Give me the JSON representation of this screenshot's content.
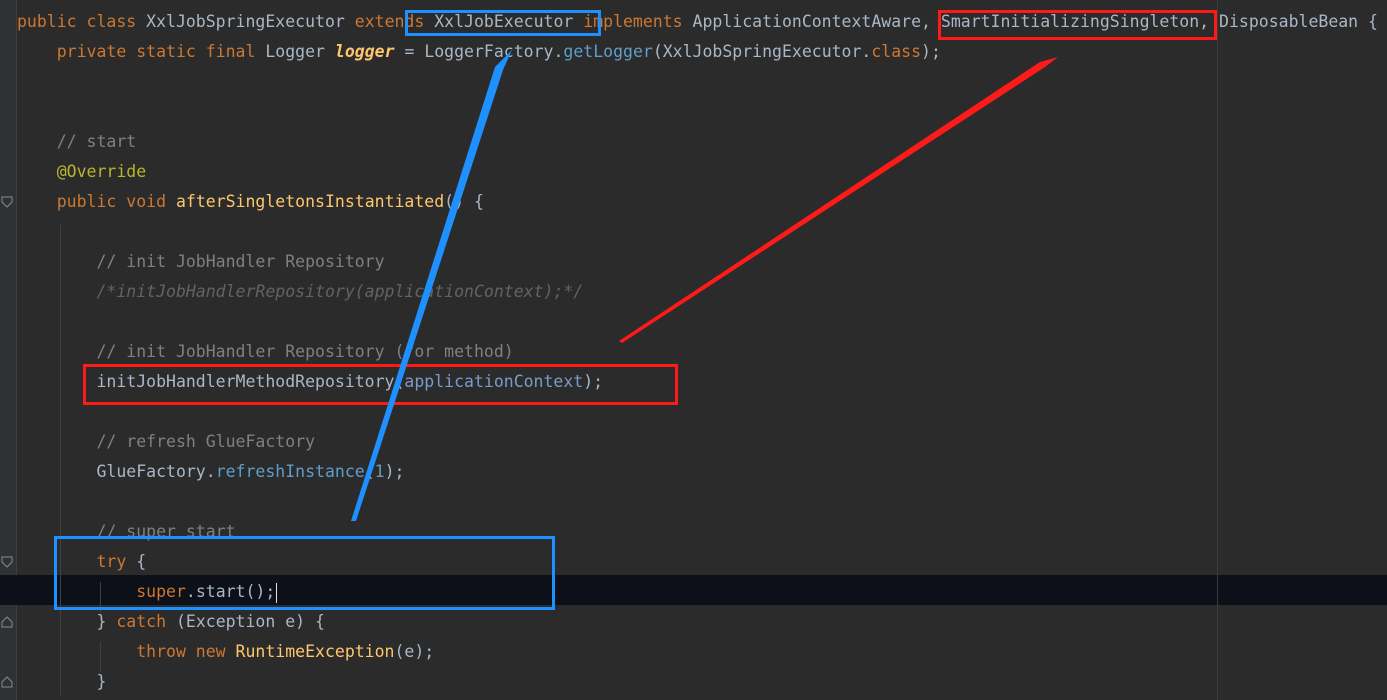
{
  "editor": {
    "lines": [
      [
        {
          "t": "public class ",
          "c": "kw"
        },
        {
          "t": "XxlJobSpringExecutor ",
          "c": "txt"
        },
        {
          "t": "extends ",
          "c": "kw"
        },
        {
          "t": "XxlJobExecutor ",
          "c": "txt"
        },
        {
          "t": "implements ",
          "c": "kw"
        },
        {
          "t": "ApplicationContextAware, SmartInitializingSingleton, DisposableBean {",
          "c": "txt"
        }
      ],
      [
        {
          "t": "    private static final ",
          "c": "kw"
        },
        {
          "t": "Logger ",
          "c": "txt"
        },
        {
          "t": "logger",
          "c": "fld"
        },
        {
          "t": " = LoggerFactory.",
          "c": "txt"
        },
        {
          "t": "getLogger",
          "c": "call"
        },
        {
          "t": "(XxlJobSpringExecutor.",
          "c": "txt"
        },
        {
          "t": "class",
          "c": "kw"
        },
        {
          "t": ");",
          "c": "txt"
        }
      ],
      [],
      [],
      [
        {
          "t": "    // start",
          "c": "cm"
        }
      ],
      [
        {
          "t": "    @Override",
          "c": "an"
        }
      ],
      [
        {
          "t": "    public void ",
          "c": "kw"
        },
        {
          "t": "afterSingletonsInstantiated",
          "c": "mth"
        },
        {
          "t": "() {",
          "c": "txt"
        }
      ],
      [],
      [
        {
          "t": "        // init JobHandler Repository",
          "c": "cm"
        }
      ],
      [
        {
          "t": "        /*initJobHandlerRepository(applicationContext);*/",
          "c": "cm-i"
        }
      ],
      [],
      [
        {
          "t": "        // init JobHandler Repository (for method)",
          "c": "cm"
        }
      ],
      [
        {
          "t": "        initJobHandlerMethodRepository(",
          "c": "txt"
        },
        {
          "t": "applicationContext",
          "c": "ident"
        },
        {
          "t": ");",
          "c": "txt"
        }
      ],
      [],
      [
        {
          "t": "        // refresh GlueFactory",
          "c": "cm"
        }
      ],
      [
        {
          "t": "        GlueFactory.",
          "c": "txt"
        },
        {
          "t": "refreshInstance",
          "c": "call"
        },
        {
          "t": "(",
          "c": "txt"
        },
        {
          "t": "1",
          "c": "num"
        },
        {
          "t": ");",
          "c": "txt"
        }
      ],
      [],
      [
        {
          "t": "        // super start",
          "c": "cm"
        }
      ],
      [
        {
          "t": "        try ",
          "c": "kw"
        },
        {
          "t": "{",
          "c": "txt"
        }
      ],
      [
        {
          "t": "            super",
          "c": "kw"
        },
        {
          "t": ".start();",
          "c": "txt"
        }
      ],
      [
        {
          "t": "        } ",
          "c": "txt"
        },
        {
          "t": "catch ",
          "c": "kw"
        },
        {
          "t": "(Exception e) {",
          "c": "txt"
        }
      ],
      [
        {
          "t": "            throw new ",
          "c": "kw"
        },
        {
          "t": "RuntimeException",
          "c": "mth"
        },
        {
          "t": "(e);",
          "c": "txt"
        }
      ],
      [
        {
          "t": "        }",
          "c": "txt"
        }
      ]
    ],
    "caret_line": 19
  },
  "colors": {
    "red": "#ff1a1a",
    "blue": "#1e90ff"
  }
}
